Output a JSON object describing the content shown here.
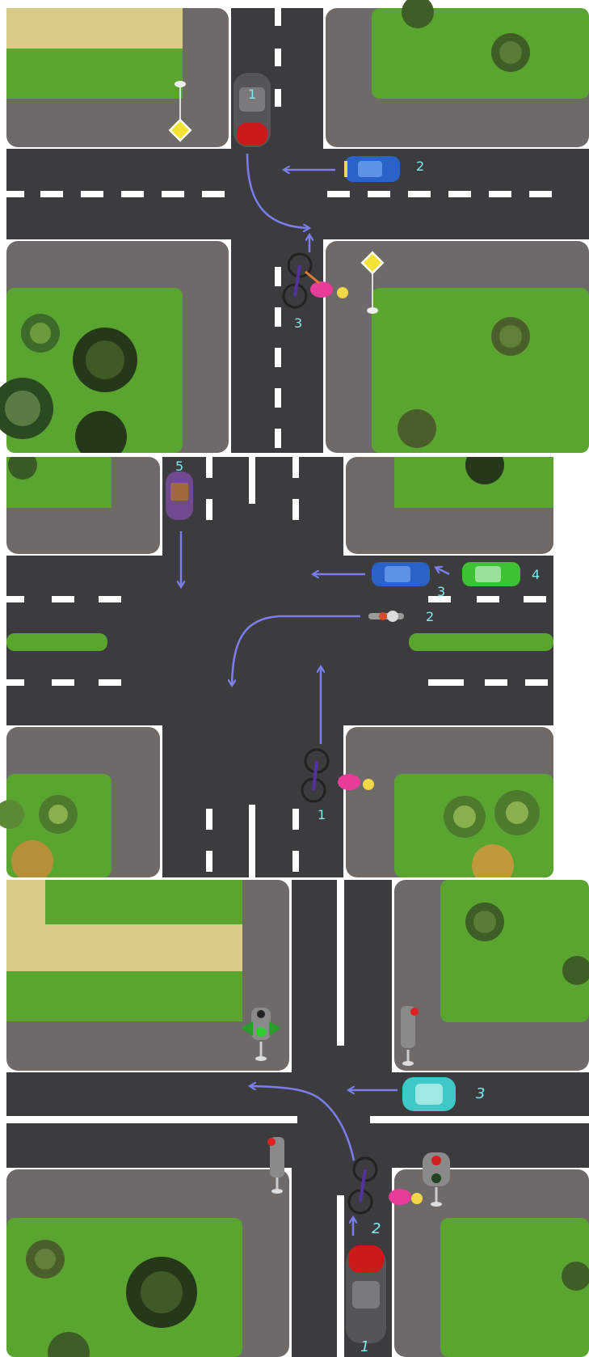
{
  "colors": {
    "asphalt": "#3c3c3e",
    "gravel": "#6e6a68",
    "grass": "#5aa530",
    "sand": "#d8cc86",
    "arrow": "#7a7ef0",
    "label": "#7fe8f0",
    "marking": "#ffffff"
  },
  "scenes": [
    {
      "id": "scene-1",
      "intersection": "uncontrolled, priority signs",
      "signs": [
        "priority-road-sign",
        "priority-road-sign"
      ],
      "participants": [
        {
          "label": "1",
          "type": "car",
          "color": "dark-grey/red",
          "maneuver": "turn left"
        },
        {
          "label": "2",
          "type": "car",
          "color": "blue",
          "maneuver": "straight"
        },
        {
          "label": "3",
          "type": "bicycle",
          "color": "purple",
          "maneuver": "straight"
        }
      ]
    },
    {
      "id": "scene-2",
      "intersection": "uncontrolled, median on road",
      "participants": [
        {
          "label": "1",
          "type": "bicycle",
          "color": "purple",
          "maneuver": "straight"
        },
        {
          "label": "2",
          "type": "motorcycle",
          "color": "grey",
          "maneuver": "turn left"
        },
        {
          "label": "3",
          "type": "car",
          "color": "blue",
          "maneuver": "straight"
        },
        {
          "label": "4",
          "type": "car",
          "color": "green",
          "maneuver": "straight"
        },
        {
          "label": "5",
          "type": "car",
          "color": "purple",
          "maneuver": "straight"
        }
      ]
    },
    {
      "id": "scene-3",
      "intersection": "traffic lights",
      "signals": [
        "traffic-light green arrows",
        "traffic-light red",
        "traffic-light red",
        "traffic-light red"
      ],
      "participants": [
        {
          "label": "1",
          "type": "car",
          "color": "dark-grey/red",
          "maneuver": "straight"
        },
        {
          "label": "2",
          "type": "bicycle",
          "color": "purple",
          "maneuver": "turn left"
        },
        {
          "label": "3",
          "type": "car",
          "color": "teal",
          "maneuver": "straight"
        }
      ]
    }
  ]
}
